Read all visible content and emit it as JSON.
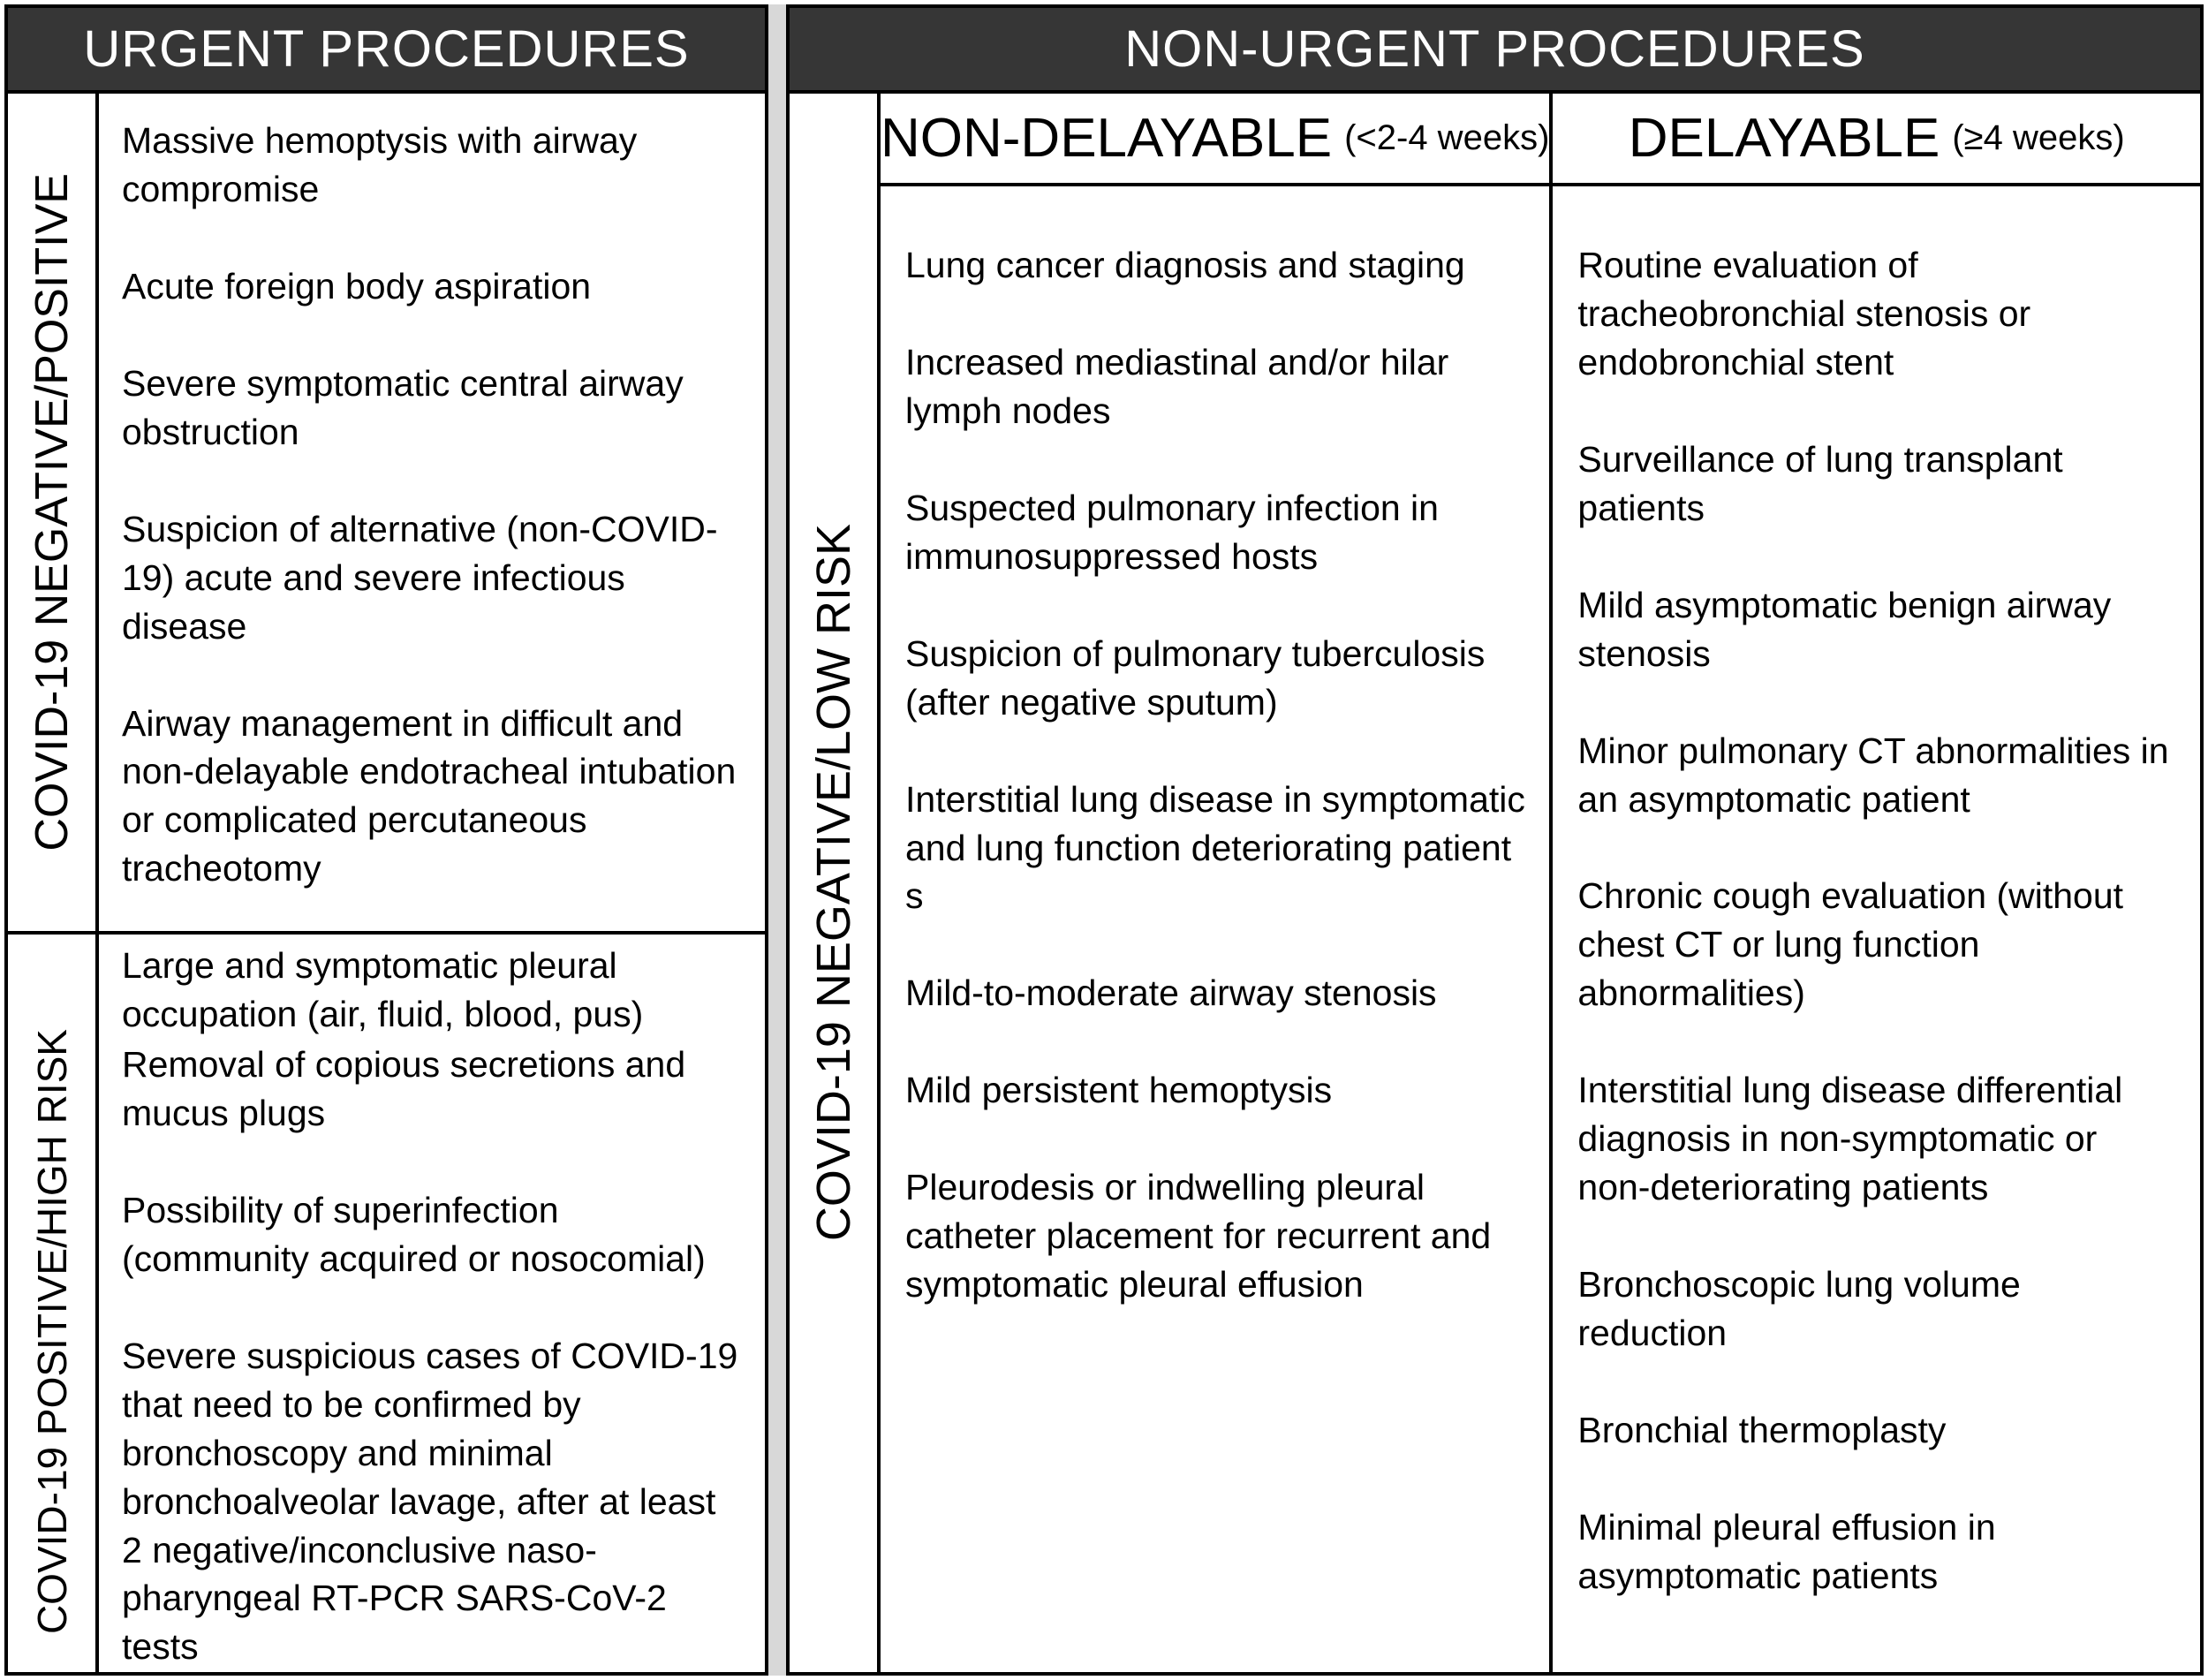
{
  "colors": {
    "header_bg": "#363636",
    "header_text": "#ffffff",
    "border": "#000000",
    "gap_strip": "#d8d8d8",
    "body_text": "#000000"
  },
  "left_panel": {
    "header": "URGENT PROCEDURES",
    "sections": [
      {
        "label": "COVID-19 NEGATIVE/POSITIVE",
        "items": [
          "Massive hemoptysis with airway compromise",
          "Acute foreign body aspiration",
          "Severe symptomatic central airway obstruction",
          "Suspicion of alternative (non-COVID-19) acute and severe infectious disease",
          "Airway management in difficult and non-delayable endotracheal intubation or complicated percutaneous tracheotomy",
          "Large and symptomatic pleural occupation (air, fluid, blood, pus)"
        ]
      },
      {
        "label": "COVID-19 POSITIVE/HIGH RISK",
        "items": [
          "Removal of copious secretions and mucus plugs",
          "Possibility of superinfection (community acquired or nosocomial)",
          "Severe suspicious cases of COVID-19 that need to be confirmed by bronchoscopy and minimal bronchoalveolar lavage, after at least 2 negative/inconclusive naso-pharyngeal RT-PCR SARS-CoV-2 tests"
        ]
      }
    ]
  },
  "right_panel": {
    "header": "NON-URGENT PROCEDURES",
    "label": "COVID-19 NEGATIVE/LOW RISK",
    "columns": [
      {
        "title": "NON-DELAYABLE",
        "subtitle": "(<2-4 weeks)",
        "items": [
          "Lung cancer diagnosis and staging",
          "Increased mediastinal and/or hilar lymph nodes",
          "Suspected pulmonary infection in immunosuppressed hosts",
          "Suspicion of pulmonary tuberculosis (after negative sputum)",
          "Interstitial lung disease in symptomatic and lung function deteriorating patient s",
          "Mild-to-moderate airway stenosis",
          "Mild persistent hemoptysis",
          "Pleurodesis or indwelling pleural catheter placement for recurrent and symptomatic pleural effusion"
        ]
      },
      {
        "title": "DELAYABLE",
        "subtitle": "(≥4 weeks)",
        "items": [
          "Routine evaluation of tracheobronchial stenosis or endobronchial stent",
          "Surveillance of lung transplant patients",
          "Mild asymptomatic benign airway stenosis",
          "Minor pulmonary CT abnormalities in an asymptomatic patient",
          "Chronic cough evaluation (without chest CT or lung function abnormalities)",
          "Interstitial lung disease differential diagnosis in non-symptomatic or non-deteriorating patients",
          "Bronchoscopic lung volume reduction",
          "Bronchial thermoplasty",
          "Minimal pleural effusion in asymptomatic patients"
        ]
      }
    ]
  }
}
